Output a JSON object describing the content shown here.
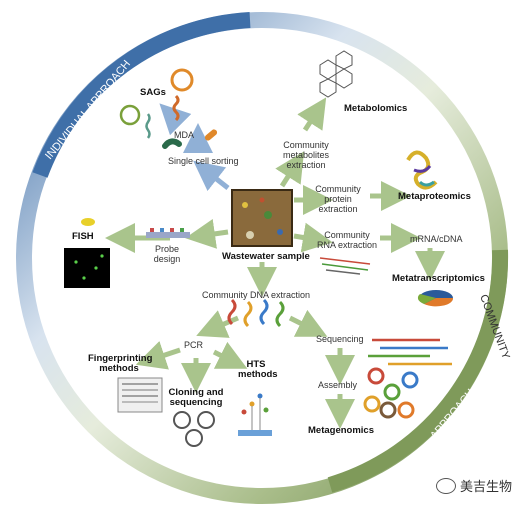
{
  "ring": {
    "individual_label": "INDIVIDUAL APPROACH",
    "community_label_top": "COMMUNITY",
    "community_label_bottom": "APPROACH"
  },
  "center": {
    "label": "Wastewater sample"
  },
  "individual": {
    "sags": "SAGs",
    "mda": "MDA",
    "single_cell": "Single cell sorting",
    "fish": "FISH",
    "probe_design": "Probe design"
  },
  "community": {
    "metabolites_extraction": "Community metabolites extraction",
    "metabolomics": "Metabolomics",
    "protein_extraction": "Community protein extraction",
    "metaproteomics": "Metaproteomics",
    "rna_extraction": "Community RNA extraction",
    "mrna_cdna": "mRNA/cDNA",
    "metatranscriptomics": "Metatranscriptomics",
    "dna_extraction": "Community DNA extraction",
    "pcr": "PCR",
    "fingerprinting": "Fingerprinting methods",
    "cloning": "Cloning and sequencing",
    "hts": "HTS methods",
    "sequencing": "Sequencing",
    "assembly": "Assembly",
    "metagenomics": "Metagenomics"
  },
  "watermark": {
    "text": "美吉生物"
  },
  "colors": {
    "ring_blue": "#4a78ad",
    "ring_green": "#7f9a5a",
    "arrow_green": "#a8c48a",
    "arrow_blue": "#8fb0d8"
  }
}
